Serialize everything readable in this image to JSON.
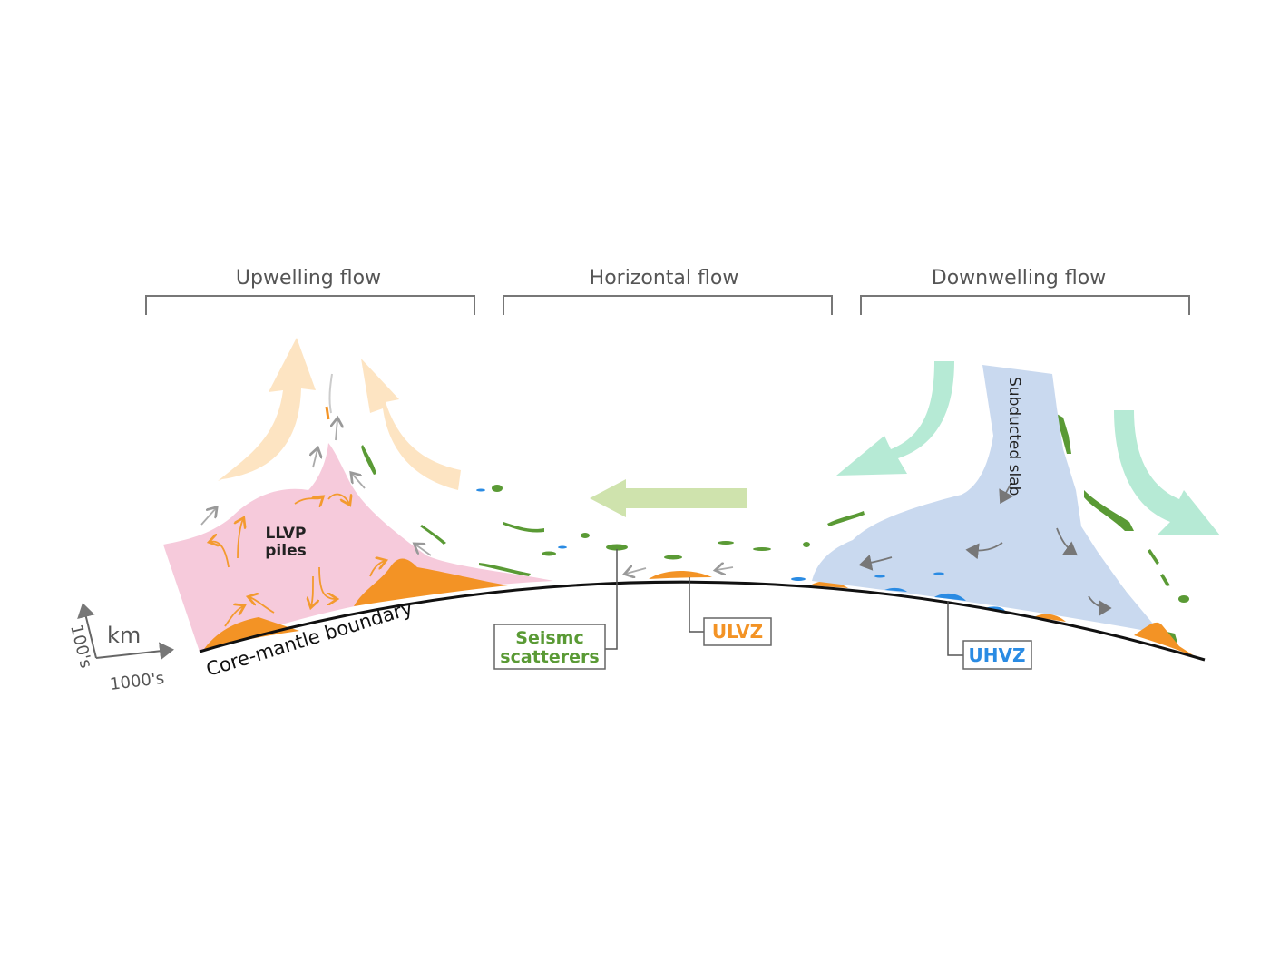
{
  "headers": {
    "upwelling": "Upwelling flow",
    "horizontal": "Horizontal flow",
    "downwelling": "Downwelling flow"
  },
  "labels": {
    "llvp_line1": "LLVP",
    "llvp_line2": "piles",
    "subducted_slab": "Subducted  slab",
    "cmb": "Core-mantle boundary",
    "scatterers_line1": "Seismc",
    "scatterers_line2": "scatterers",
    "ulvz": "ULVZ",
    "uhvz": "UHVZ"
  },
  "axes": {
    "unit": "km",
    "vertical": "100's",
    "horizontal": "1000's"
  },
  "colors": {
    "llvp": "#f6cadb",
    "ulvz": "#f39325",
    "slab": "#c9d9ef",
    "scatterer": "#5a9a35",
    "uhvz": "#2a8be3",
    "upwelling_arrow": "#fde4c2",
    "downwelling_arrow": "#b6ead5",
    "horizontal_arrow": "#cfe3ad"
  }
}
